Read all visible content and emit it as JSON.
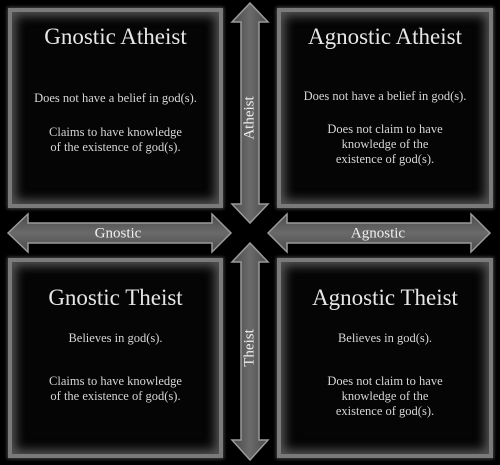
{
  "quadrants": {
    "gnostic_atheist": {
      "title": "Gnostic Atheist",
      "line1": "Does not have a belief in god(s).",
      "line2a": "Claims to have knowledge",
      "line2b": "of the existence of god(s)."
    },
    "agnostic_atheist": {
      "title": "Agnostic Atheist",
      "line1": "Does not have a belief in god(s).",
      "line2a": "Does not claim to have",
      "line2b": "knowledge of the",
      "line2c": "existence of god(s)."
    },
    "gnostic_theist": {
      "title": "Gnostic Theist",
      "line1": "Believes in god(s).",
      "line2a": "Claims to have knowledge",
      "line2b": "of the existence of god(s)."
    },
    "agnostic_theist": {
      "title": "Agnostic Theist",
      "line1": "Believes in god(s).",
      "line2a": "Does not claim to have",
      "line2b": "knowledge of the",
      "line2c": "existence of god(s)."
    }
  },
  "axes": {
    "atheist": "Atheist",
    "theist": "Theist",
    "gnostic": "Gnostic",
    "agnostic": "Agnostic"
  },
  "colors": {
    "background": "#000000",
    "panel_border": "#7a7a7a",
    "arrow_fill": "#5e5e5e",
    "text": "#d8d8d8"
  }
}
